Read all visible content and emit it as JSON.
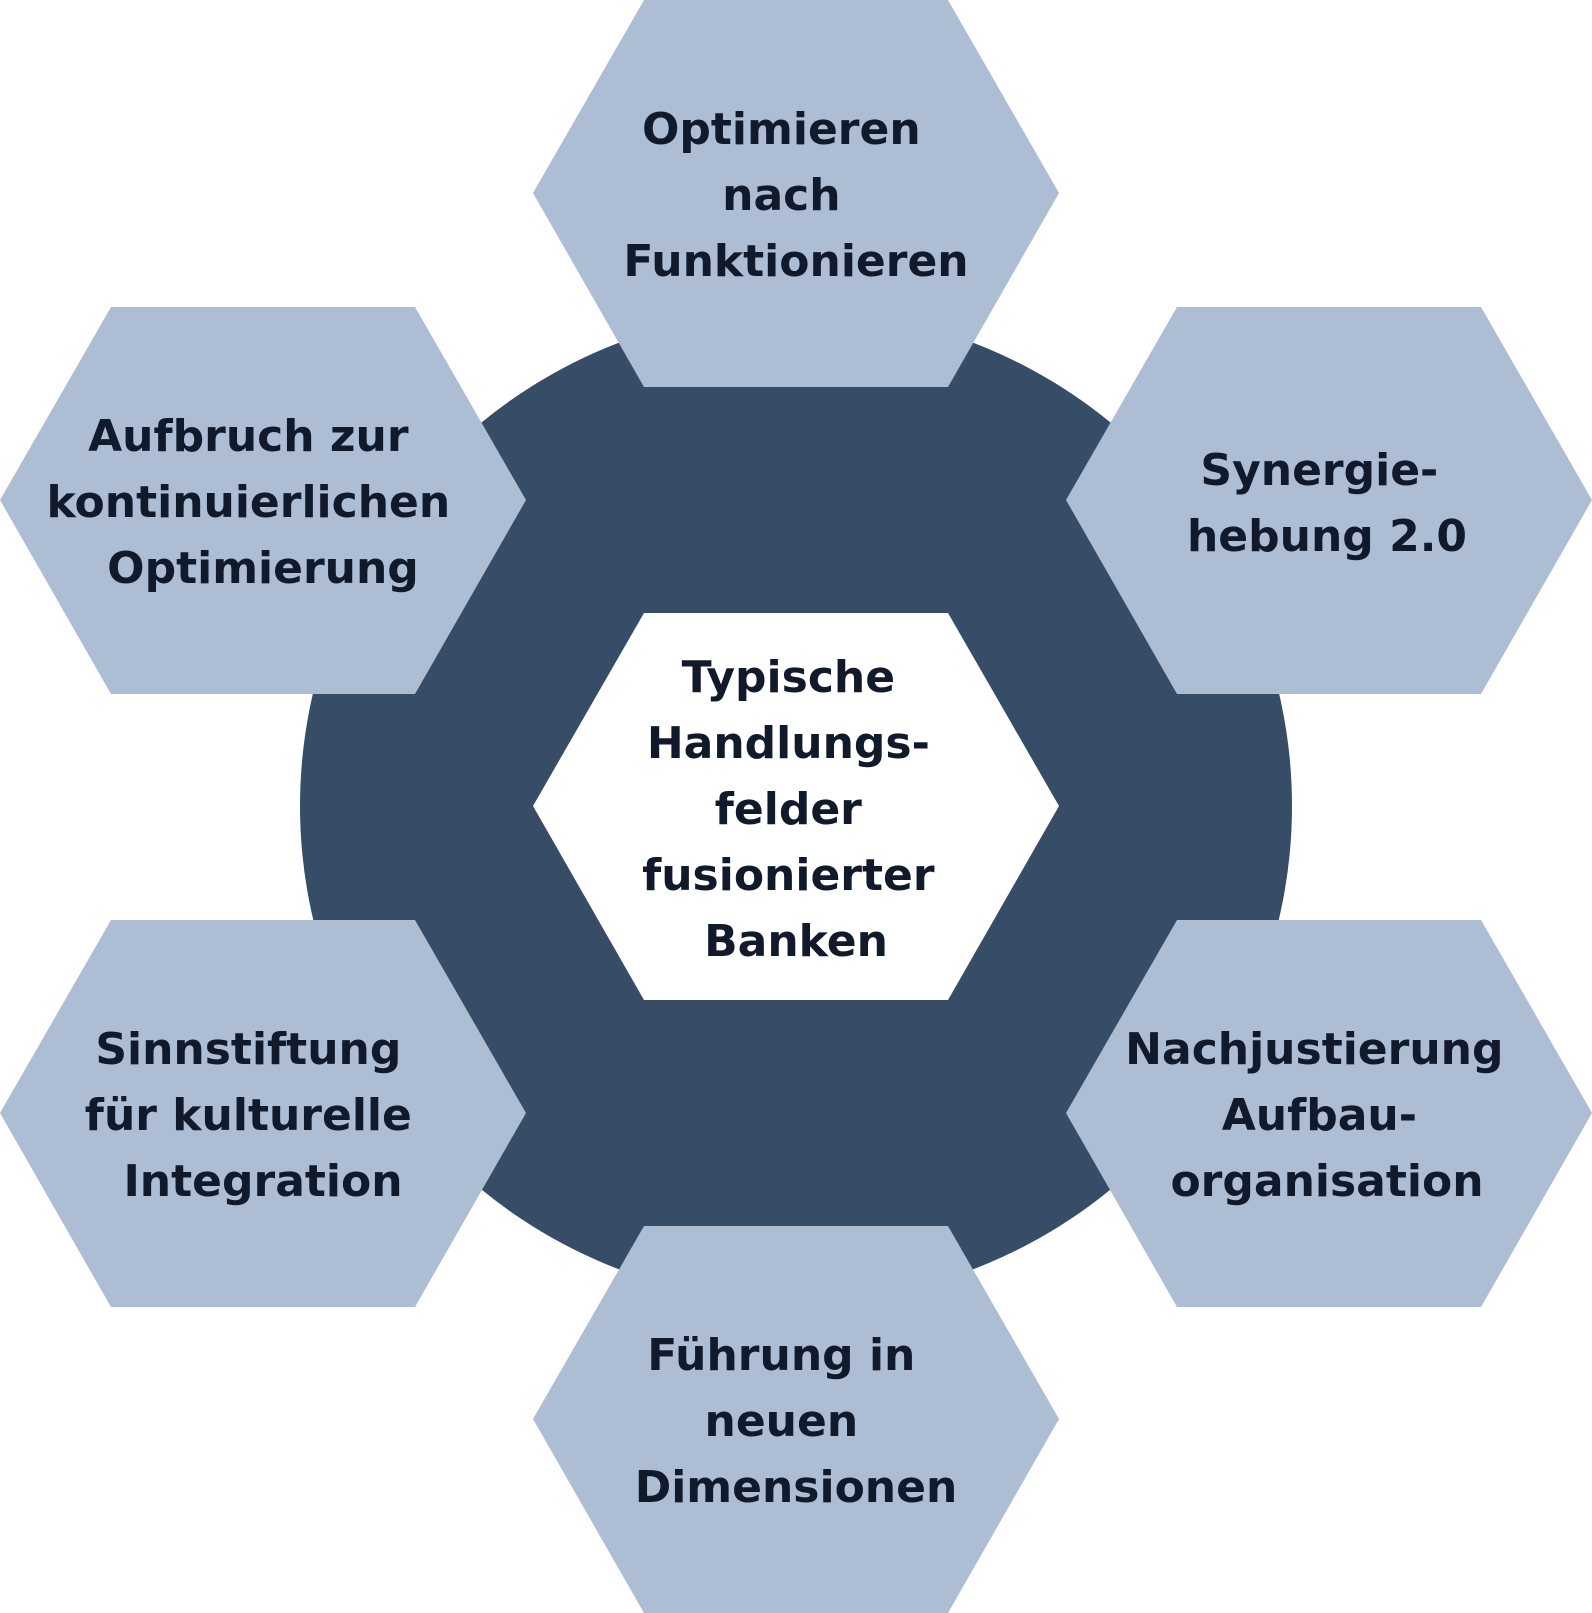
{
  "colors": {
    "ring": "#374c67",
    "outer_hex": "#adbdd4",
    "center_hex": "#ffffff",
    "text": "#111a2b",
    "background": "#ffffff"
  },
  "center": {
    "lines": [
      "Typische",
      "Handlungs-",
      "felder",
      "fusionierter",
      "Banken"
    ]
  },
  "fields": [
    {
      "id": "top",
      "lines": [
        "Optimieren",
        "nach",
        "Funktionieren"
      ]
    },
    {
      "id": "upper-right",
      "lines": [
        "Synergie-",
        "hebung 2.0"
      ]
    },
    {
      "id": "lower-right",
      "lines": [
        "Nachjustierung",
        "Aufbau-",
        "organisation"
      ]
    },
    {
      "id": "bottom",
      "lines": [
        "Führung in",
        "neuen",
        "Dimensionen"
      ]
    },
    {
      "id": "lower-left",
      "lines": [
        "Sinnstiftung",
        "für kulturelle",
        "Integration"
      ]
    },
    {
      "id": "upper-left",
      "lines": [
        "Aufbruch zur",
        "kontinuierlichen",
        "Optimierung"
      ]
    }
  ]
}
